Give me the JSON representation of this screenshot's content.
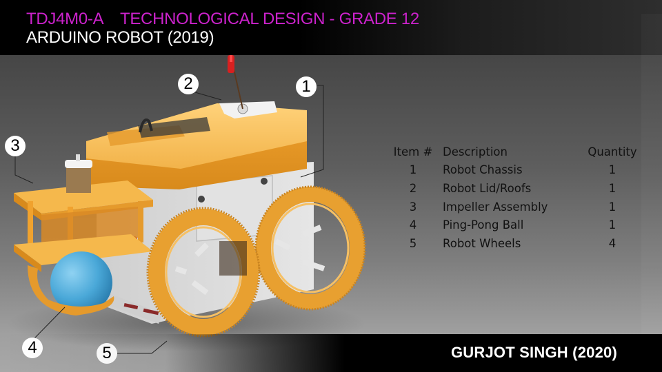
{
  "header": {
    "course_code": "TDJ4M0-A",
    "course_title": "TECHNOLOGICAL DESIGN - GRADE 12",
    "project_title": "ARDUINO ROBOT (2019)",
    "course_line": "TDJ4M0-A    TECHNOLOGICAL DESIGN - GRADE 12"
  },
  "callouts": [
    {
      "label": "1"
    },
    {
      "label": "2"
    },
    {
      "label": "3"
    },
    {
      "label": "4"
    },
    {
      "label": "5"
    }
  ],
  "parts_table": {
    "headers": [
      "Item #",
      "Description",
      "Quantity"
    ],
    "rows": [
      {
        "item": "1",
        "description": "Robot Chassis",
        "quantity": "1"
      },
      {
        "item": "2",
        "description": "Robot Lid/Roofs",
        "quantity": "1"
      },
      {
        "item": "3",
        "description": "Impeller Assembly",
        "quantity": "1"
      },
      {
        "item": "4",
        "description": "Ping-Pong Ball",
        "quantity": "1"
      },
      {
        "item": "5",
        "description": "Robot Wheels",
        "quantity": "4"
      }
    ]
  },
  "footer": {
    "author": "GURJOT SINGH (2020)"
  },
  "colors": {
    "title_accent": "#cc22cc",
    "robot_orange": "#e8a030",
    "ball_blue": "#4aa8d8",
    "chassis_grey": "#d8d8d8"
  }
}
